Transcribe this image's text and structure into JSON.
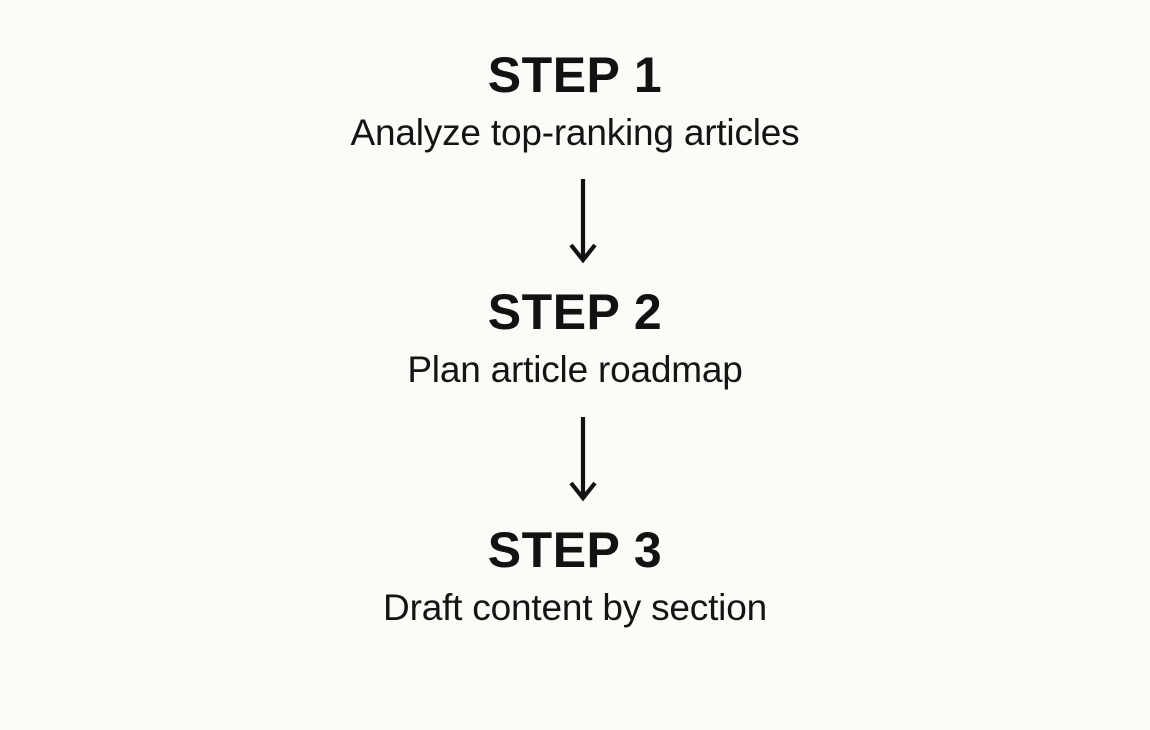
{
  "diagram": {
    "type": "vertical-flowchart",
    "background_color": "#fbfbf8",
    "text_color": "#121212",
    "steps": [
      {
        "title": "STEP 1",
        "description": "Analyze top-ranking articles"
      },
      {
        "title": "STEP 2",
        "description": "Plan article roadmap"
      },
      {
        "title": "STEP 3",
        "description": "Draft content by section"
      }
    ],
    "connectors": [
      {
        "icon": "arrow-down-icon",
        "direction": "down"
      },
      {
        "icon": "arrow-down-icon",
        "direction": "down"
      }
    ]
  }
}
